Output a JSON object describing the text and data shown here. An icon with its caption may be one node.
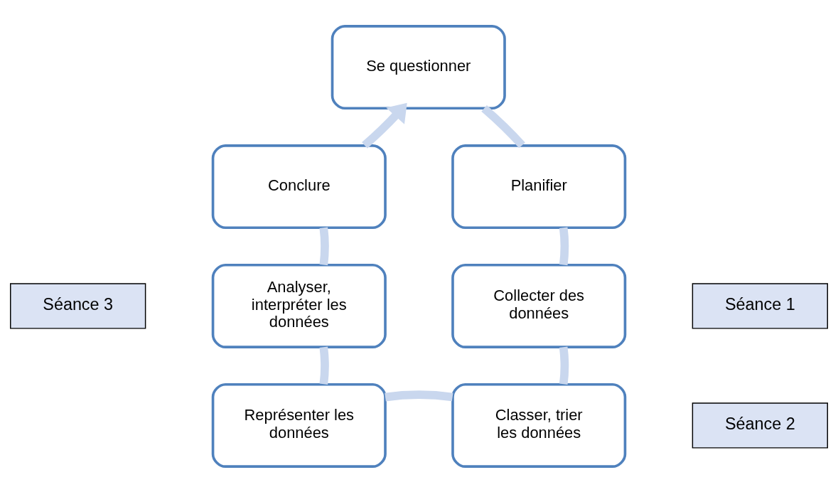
{
  "diagram": {
    "nodes": [
      {
        "text": [
          "Se questionner"
        ]
      },
      {
        "text": [
          "Planifier"
        ]
      },
      {
        "text": [
          "Collecter des données"
        ]
      },
      {
        "text": [
          "Classer, trier les données"
        ]
      },
      {
        "text": [
          "Représenter les données"
        ]
      },
      {
        "text": [
          "Analyser, interpréter les données"
        ]
      },
      {
        "text": [
          "Conclure"
        ]
      },
      {
        "text": [
          "Séance 1"
        ]
      },
      {
        "text": [
          "Séance 2"
        ]
      },
      {
        "text": [
          "Séance 3"
        ]
      }
    ],
    "edges": [
      {
        "from": 0,
        "to": 1,
        "arrow": "none"
      },
      {
        "from": 1,
        "to": 2,
        "arrow": "none"
      },
      {
        "from": 2,
        "to": 3,
        "arrow": "none"
      },
      {
        "from": 3,
        "to": 4,
        "arrow": "none"
      },
      {
        "from": 4,
        "to": 5,
        "arrow": "none"
      },
      {
        "from": 5,
        "to": 6,
        "arrow": "none"
      },
      {
        "from": 6,
        "to": 0,
        "arrow": "to"
      }
    ]
  }
}
